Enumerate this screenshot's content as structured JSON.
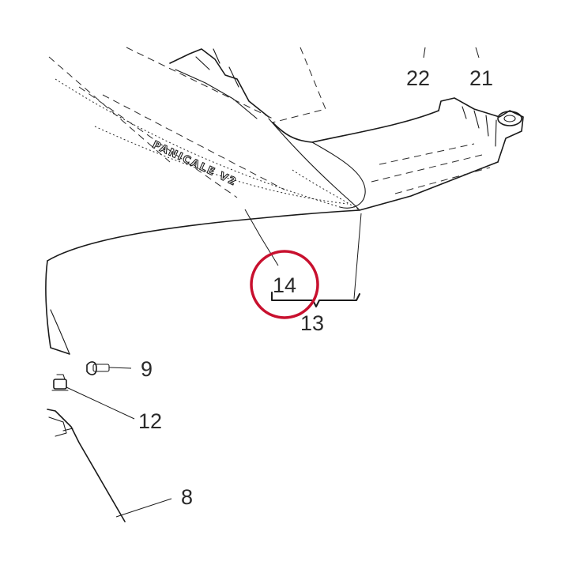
{
  "decal": {
    "text": "PANICALE V2"
  },
  "labels": {
    "p22": "22",
    "p21": "21",
    "p14": "14",
    "p13": "13",
    "p9": "9",
    "p12": "12",
    "p8": "8"
  },
  "highlight": {
    "target_label": "14",
    "color": "#c8102e"
  },
  "colors": {
    "line": "#1a1a1a",
    "highlight": "#c8102e",
    "background": "#ffffff"
  }
}
